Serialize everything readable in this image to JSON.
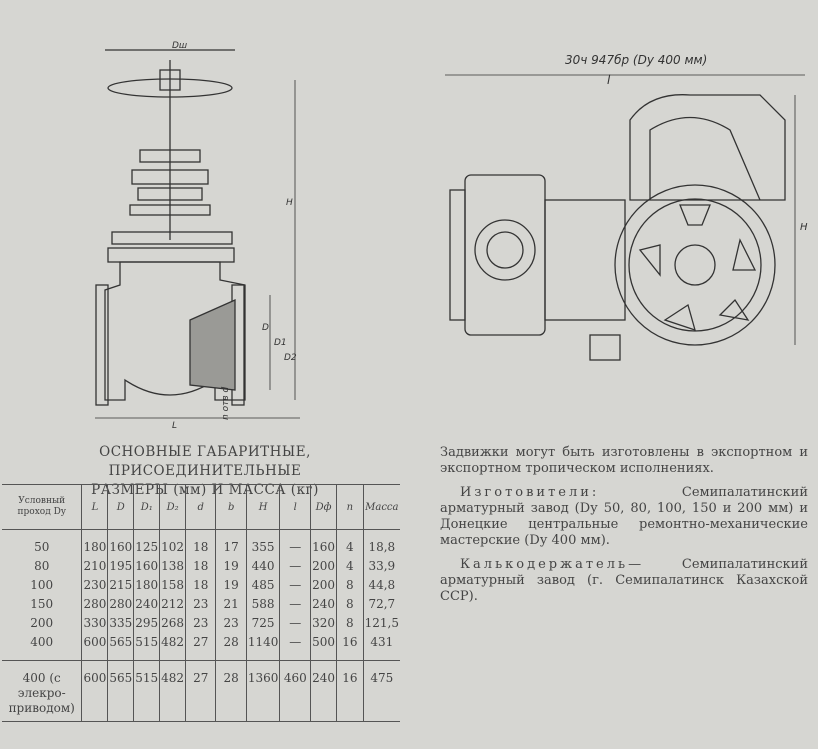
{
  "drawing_labels": {
    "model": "30ч 947бр (Dу 400 мм)",
    "l": "l",
    "H_right": "H",
    "Dsh": "Dш",
    "H_left": "H",
    "L": "L",
    "D": "D",
    "D1": "D1",
    "D2": "D2",
    "n_holes": "n отв d"
  },
  "table_title_line1": "ОСНОВНЫЕ ГАБАРИТНЫЕ, ПРИСОЕДИНИТЕЛЬНЫЕ",
  "table_title_line2": "РАЗМЕРЫ (мм) И МАССА (кг)",
  "table": {
    "headers": [
      "Условный проход Dy",
      "L",
      "D",
      "D₁",
      "D₂",
      "d",
      "b",
      "H",
      "l",
      "Dф",
      "n",
      "Масса"
    ],
    "rows": [
      [
        "50",
        "180",
        "160",
        "125",
        "102",
        "18",
        "17",
        "355",
        "—",
        "160",
        "4",
        "18,8"
      ],
      [
        "80",
        "210",
        "195",
        "160",
        "138",
        "18",
        "19",
        "440",
        "—",
        "200",
        "4",
        "33,9"
      ],
      [
        "100",
        "230",
        "215",
        "180",
        "158",
        "18",
        "19",
        "485",
        "—",
        "200",
        "8",
        "44,8"
      ],
      [
        "150",
        "280",
        "280",
        "240",
        "212",
        "23",
        "21",
        "588",
        "—",
        "240",
        "8",
        "72,7"
      ],
      [
        "200",
        "330",
        "335",
        "295",
        "268",
        "23",
        "23",
        "725",
        "—",
        "320",
        "8",
        "121,5"
      ],
      [
        "400",
        "600",
        "565",
        "515",
        "482",
        "27",
        "28",
        "1140",
        "—",
        "500",
        "16",
        "431"
      ]
    ],
    "last_row": [
      "400 (с элекро-приводом)",
      "600",
      "565",
      "515",
      "482",
      "27",
      "28",
      "1360",
      "460",
      "240",
      "16",
      "475"
    ]
  },
  "para1": "Задвижки могут быть изготовлены в экспортном и экспортном тропическом исполнениях.",
  "para2_lead": "Изготовители:",
  "para2": "Семипалатинский арматурный завод (Dу 50, 80, 100, 150 и 200 мм) и Донецкие центральные ремонтно-механические мастерские (Dу 400 мм).",
  "para3_lead": "Калькодержатель",
  "para3": "— Семипалатинский арматурный завод (г. Семипалатинск Казахской ССР)."
}
